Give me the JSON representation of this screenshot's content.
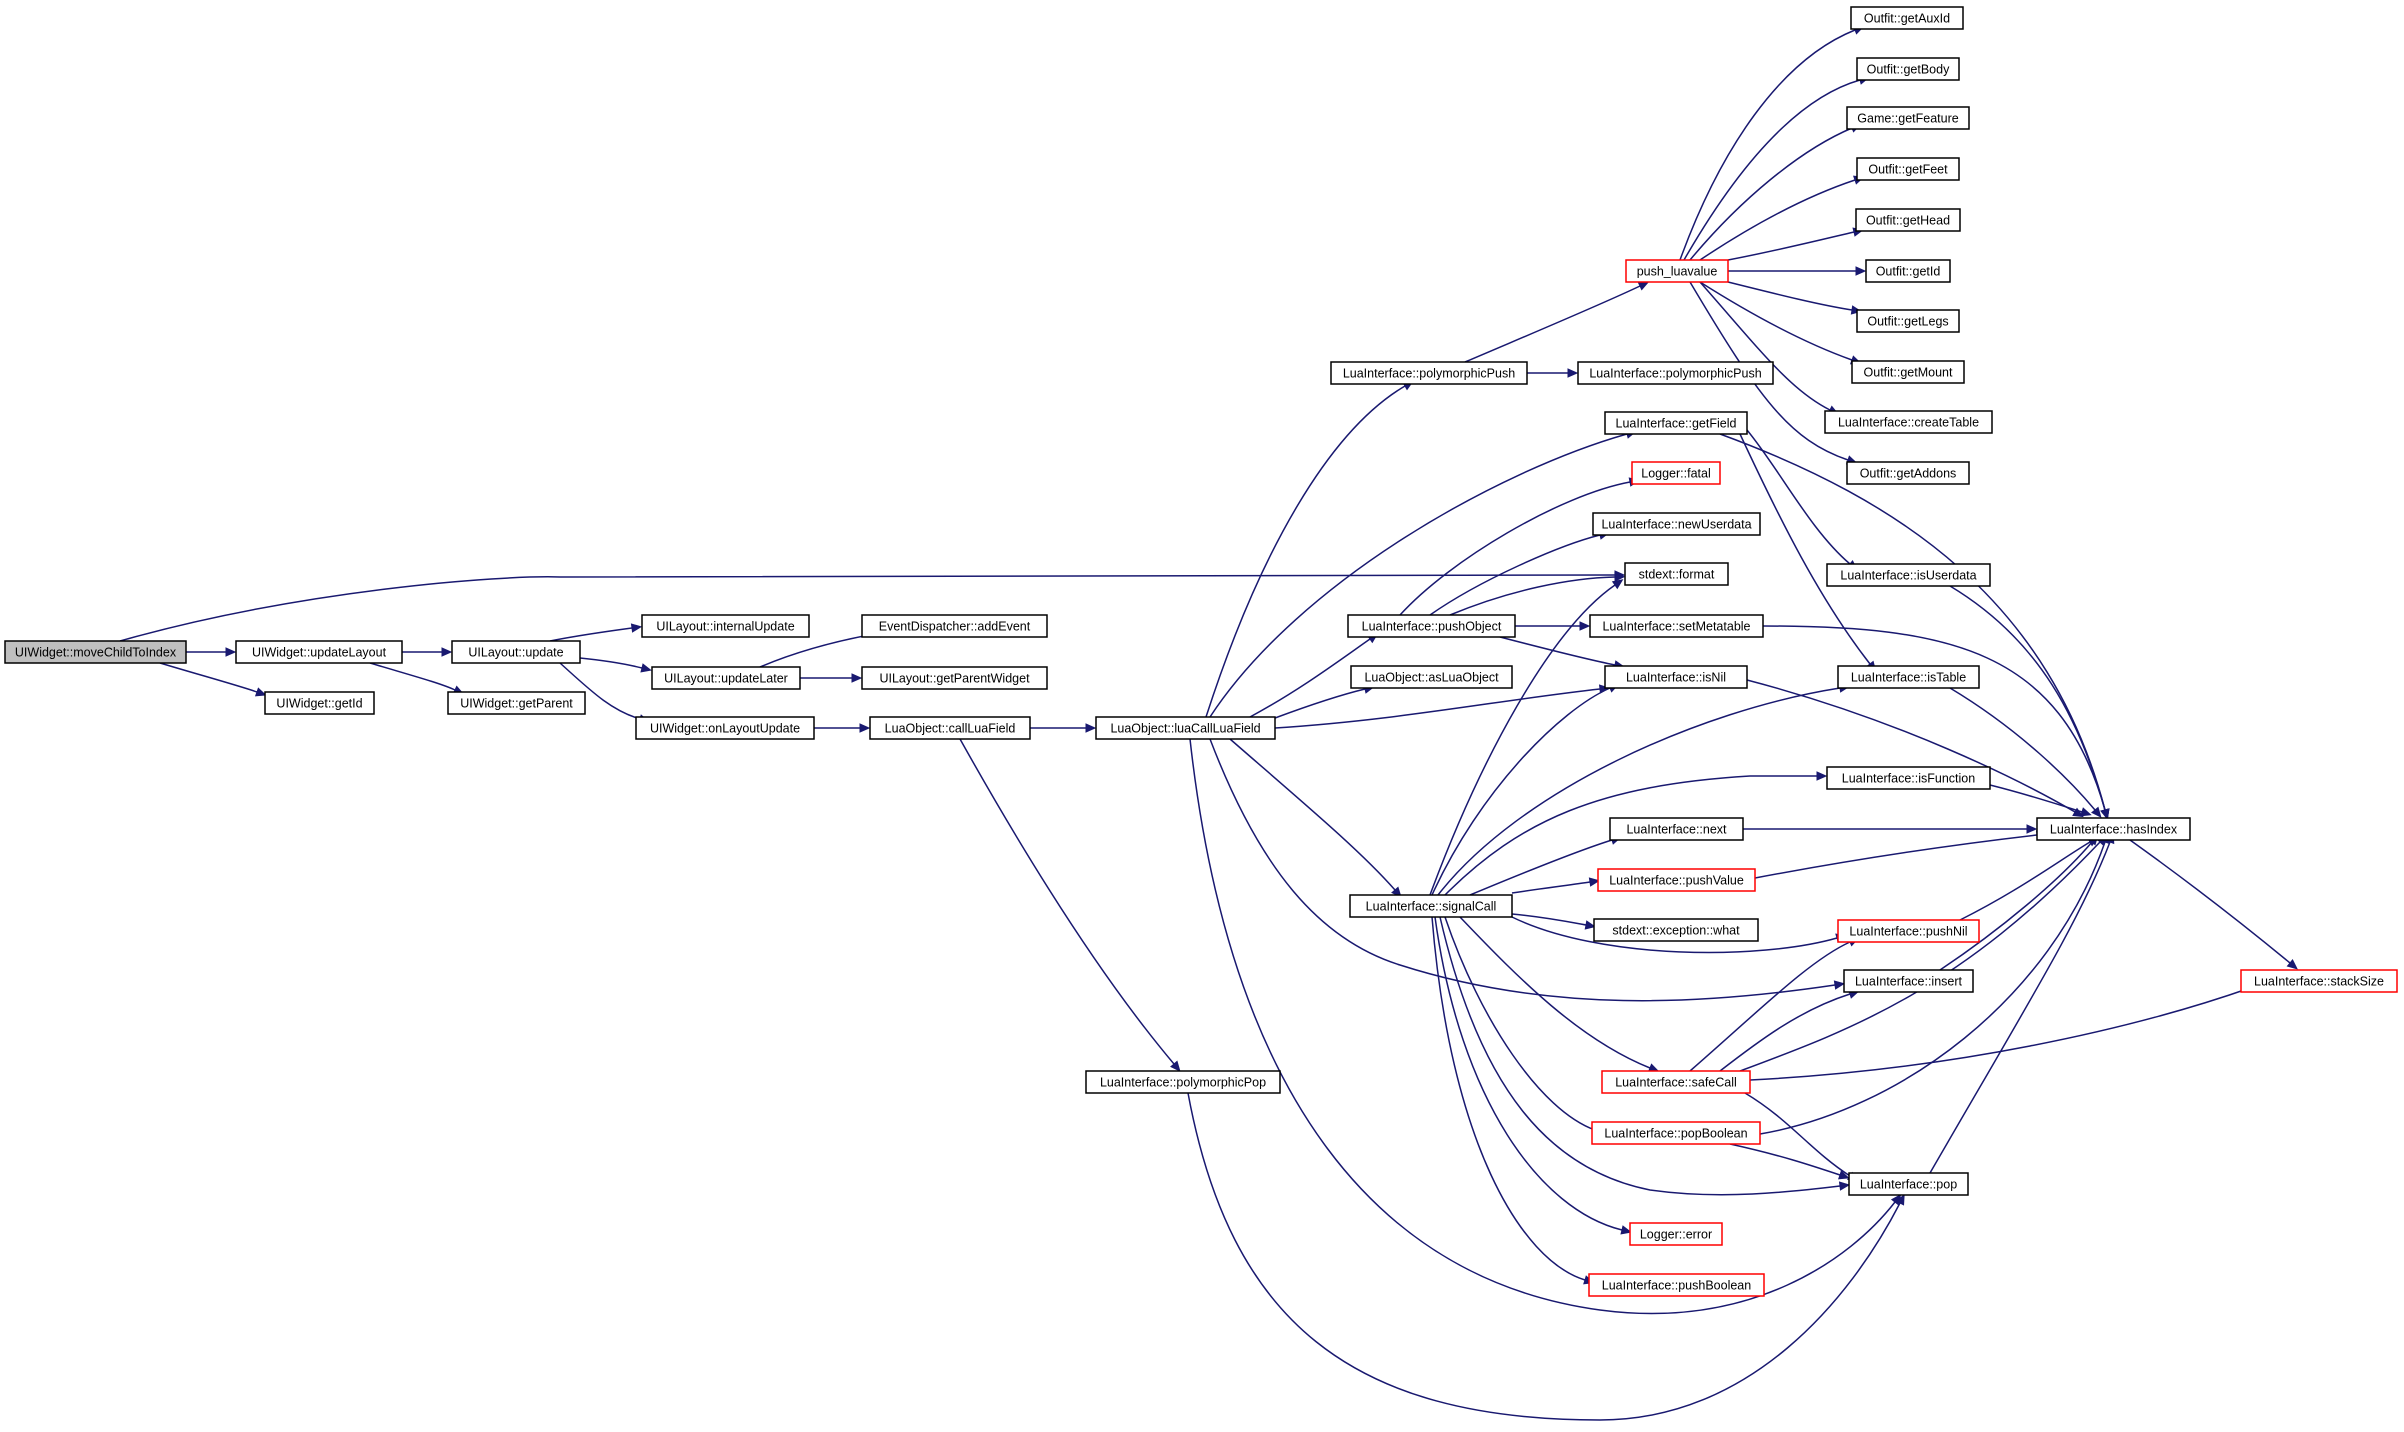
{
  "graph": {
    "nodes": [
      {
        "id": "n_root",
        "label": "UIWidget::moveChildToIndex",
        "root": true
      },
      {
        "id": "n_wupd",
        "label": "UIWidget::updateLayout"
      },
      {
        "id": "n_wgetid",
        "label": "UIWidget::getId"
      },
      {
        "id": "n_lupd",
        "label": "UILayout::update"
      },
      {
        "id": "n_getpar",
        "label": "UIWidget::getParent"
      },
      {
        "id": "n_intupd",
        "label": "UILayout::internalUpdate"
      },
      {
        "id": "n_updlater",
        "label": "UILayout::updateLater"
      },
      {
        "id": "n_onlayout",
        "label": "UIWidget::onLayoutUpdate"
      },
      {
        "id": "n_addevent",
        "label": "EventDispatcher::addEvent"
      },
      {
        "id": "n_getparw",
        "label": "UILayout::getParentWidget"
      },
      {
        "id": "n_callfield",
        "label": "LuaObject::callLuaField"
      },
      {
        "id": "n_luacall",
        "label": "LuaObject::luaCallLuaField"
      },
      {
        "id": "n_polypop",
        "label": "LuaInterface::polymorphicPop"
      },
      {
        "id": "n_polypush",
        "label": "LuaInterface::polymorphicPush"
      },
      {
        "id": "n_polypush2",
        "label": "LuaInterface::polymorphicPush"
      },
      {
        "id": "n_pushlua",
        "label": "push_luavalue",
        "truncated": true
      },
      {
        "id": "n_getauxid",
        "label": "Outfit::getAuxId"
      },
      {
        "id": "n_getbody",
        "label": "Outfit::getBody"
      },
      {
        "id": "n_getfeature",
        "label": "Game::getFeature"
      },
      {
        "id": "n_getfeet",
        "label": "Outfit::getFeet"
      },
      {
        "id": "n_gethead",
        "label": "Outfit::getHead"
      },
      {
        "id": "n_outgetid",
        "label": "Outfit::getId"
      },
      {
        "id": "n_getlegs",
        "label": "Outfit::getLegs"
      },
      {
        "id": "n_getmount",
        "label": "Outfit::getMount"
      },
      {
        "id": "n_createtable",
        "label": "LuaInterface::createTable"
      },
      {
        "id": "n_getaddons",
        "label": "Outfit::getAddons"
      },
      {
        "id": "n_getfield",
        "label": "LuaInterface::getField"
      },
      {
        "id": "n_fatal",
        "label": "Logger::fatal",
        "truncated": true
      },
      {
        "id": "n_newud",
        "label": "LuaInterface::newUserdata"
      },
      {
        "id": "n_format",
        "label": "stdext::format"
      },
      {
        "id": "n_pushobj",
        "label": "LuaInterface::pushObject"
      },
      {
        "id": "n_setmeta",
        "label": "LuaInterface::setMetatable"
      },
      {
        "id": "n_asluaobj",
        "label": "LuaObject::asLuaObject"
      },
      {
        "id": "n_isnil",
        "label": "LuaInterface::isNil"
      },
      {
        "id": "n_isud",
        "label": "LuaInterface::isUserdata"
      },
      {
        "id": "n_istable",
        "label": "LuaInterface::isTable"
      },
      {
        "id": "n_isfunc",
        "label": "LuaInterface::isFunction"
      },
      {
        "id": "n_hasindex",
        "label": "LuaInterface::hasIndex"
      },
      {
        "id": "n_next",
        "label": "LuaInterface::next"
      },
      {
        "id": "n_pushvalue",
        "label": "LuaInterface::pushValue",
        "truncated": true
      },
      {
        "id": "n_signal",
        "label": "LuaInterface::signalCall"
      },
      {
        "id": "n_what",
        "label": "stdext::exception::what"
      },
      {
        "id": "n_pushnil",
        "label": "LuaInterface::pushNil",
        "truncated": true
      },
      {
        "id": "n_insert",
        "label": "LuaInterface::insert"
      },
      {
        "id": "n_stacksize",
        "label": "LuaInterface::stackSize",
        "truncated": true
      },
      {
        "id": "n_safecall",
        "label": "LuaInterface::safeCall",
        "truncated": true
      },
      {
        "id": "n_popbool",
        "label": "LuaInterface::popBoolean",
        "truncated": true
      },
      {
        "id": "n_pop",
        "label": "LuaInterface::pop"
      },
      {
        "id": "n_error",
        "label": "Logger::error",
        "truncated": true
      },
      {
        "id": "n_pushbool",
        "label": "LuaInterface::pushBoolean",
        "truncated": true
      }
    ],
    "colors": {
      "edge": "#191970",
      "truncated_border": "#ff0000",
      "root_fill": "#bfbfbf",
      "border": "#000000"
    }
  }
}
